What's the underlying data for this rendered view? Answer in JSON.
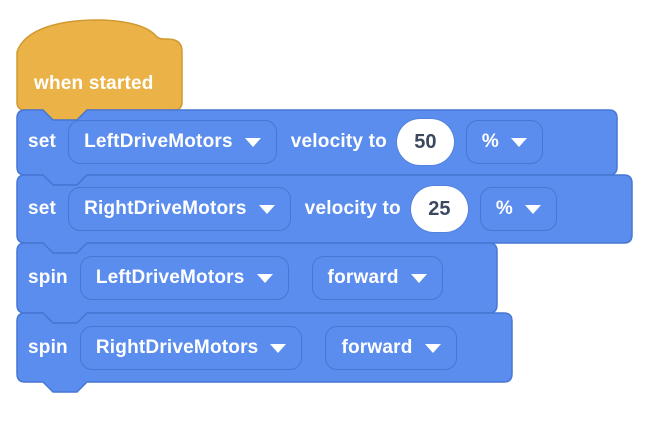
{
  "workspace": {
    "background_color": "#ffffff",
    "colors": {
      "block_blue": "#5b8dee",
      "block_blue_border": "#4777d4",
      "hat_yellow": "#ebb347",
      "hat_yellow_border": "#d09a30",
      "label_text": "#ffffff",
      "value_text": "#3c485e",
      "value_field_bg": "#ffffff"
    }
  },
  "blocks": {
    "hat": {
      "label": "when started"
    },
    "set_left": {
      "verb": "set",
      "motor": "LeftDriveMotors",
      "connector": "velocity to",
      "value": "50",
      "unit": "%"
    },
    "set_right": {
      "verb": "set",
      "motor": "RightDriveMotors",
      "connector": "velocity to",
      "value": "25",
      "unit": "%"
    },
    "spin_left": {
      "verb": "spin",
      "motor": "LeftDriveMotors",
      "direction": "forward"
    },
    "spin_right": {
      "verb": "spin",
      "motor": "RightDriveMotors",
      "direction": "forward"
    }
  }
}
